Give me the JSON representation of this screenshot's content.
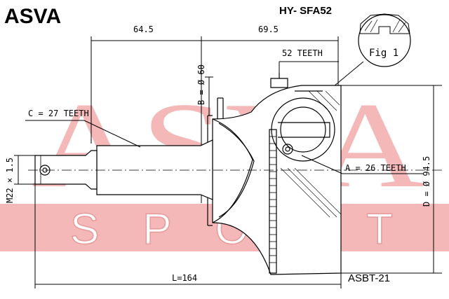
{
  "brand": "ASVA",
  "part_number": "HY- SFA52",
  "catalog_code": "ASBT-21",
  "watermark": {
    "main": "ASVA",
    "sub": "SPORT"
  },
  "figure_label": "Fig 1",
  "dimensions": {
    "inner_length": "64.5",
    "outer_length": "69.5",
    "abs_teeth": "52 TEETH",
    "diameter_b": "B = Ø 60",
    "spline_c": "C = 27 TEETH",
    "thread": "M22 × 1.5",
    "spline_a": "A = 26 TEETH",
    "diameter_d": "D = Ø 94.5",
    "total_length": "L=164"
  },
  "colors": {
    "watermark": "#f4b8b8",
    "line": "#000000"
  }
}
